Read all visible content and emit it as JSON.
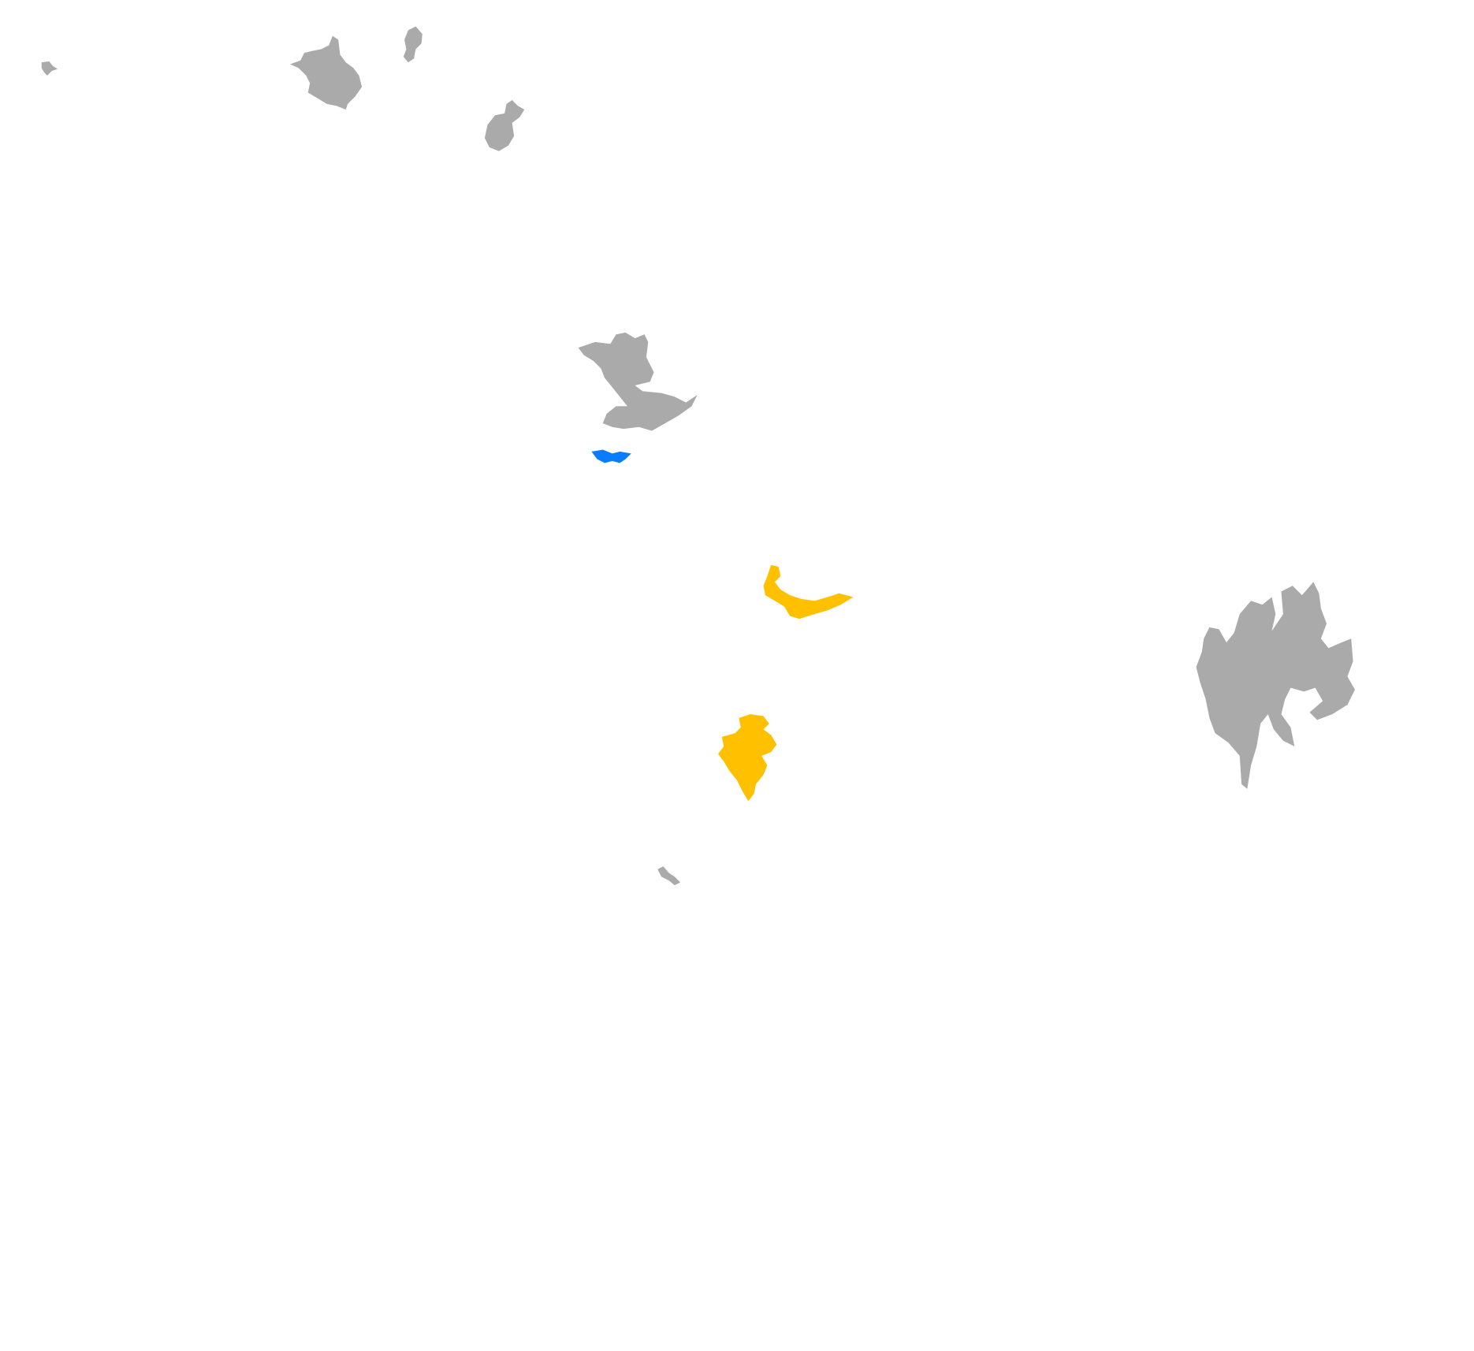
{
  "map": {
    "background": "#ffffff",
    "colors": {
      "default": "#aaaaaa",
      "highlight": "#ffc000",
      "selected": "#0a7cff"
    },
    "features": [
      {
        "id": "feature-1",
        "category": "default"
      },
      {
        "id": "feature-2",
        "category": "default"
      },
      {
        "id": "feature-3",
        "category": "default"
      },
      {
        "id": "feature-4",
        "category": "default"
      },
      {
        "id": "feature-5",
        "category": "default"
      },
      {
        "id": "feature-6",
        "category": "selected"
      },
      {
        "id": "feature-7",
        "category": "highlight"
      },
      {
        "id": "feature-8",
        "category": "highlight"
      },
      {
        "id": "feature-9",
        "category": "default"
      },
      {
        "id": "feature-10",
        "category": "default"
      }
    ]
  }
}
